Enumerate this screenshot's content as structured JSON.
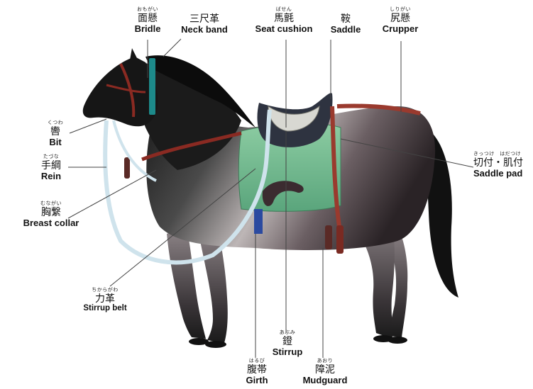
{
  "labels": {
    "bridle": {
      "ruby": "おもがい",
      "jp": "面懸",
      "en": "Bridle"
    },
    "neck_band": {
      "ruby": "",
      "jp": "三尺革",
      "en": "Neck band"
    },
    "seat_cushion": {
      "ruby": "ばせん",
      "jp": "馬氈",
      "en": "Seat cushion"
    },
    "saddle": {
      "ruby": "",
      "jp": "鞍",
      "en": "Saddle"
    },
    "crupper": {
      "ruby": "しりがい",
      "jp": "尻懸",
      "en": "Crupper"
    },
    "bit": {
      "ruby": "くつわ",
      "jp": "轡",
      "en": "Bit"
    },
    "rein": {
      "ruby": "たづな",
      "jp": "手綱",
      "en": "Rein"
    },
    "breast_collar": {
      "ruby": "むながい",
      "jp": "胸繋",
      "en": "Breast collar"
    },
    "stirrup_belt": {
      "ruby": "ちからがわ",
      "jp": "力革",
      "en": "Stirrup belt"
    },
    "saddle_pad": {
      "ruby": "きっつけ　はだつけ",
      "jp": "切付・肌付",
      "en": "Saddle pad"
    },
    "stirrup": {
      "ruby": "あぶみ",
      "jp": "鐙",
      "en": "Stirrup"
    },
    "girth": {
      "ruby": "はるび",
      "jp": "腹帯",
      "en": "Girth"
    },
    "mudguard": {
      "ruby": "あおり",
      "jp": "障泥",
      "en": "Mudguard"
    }
  }
}
